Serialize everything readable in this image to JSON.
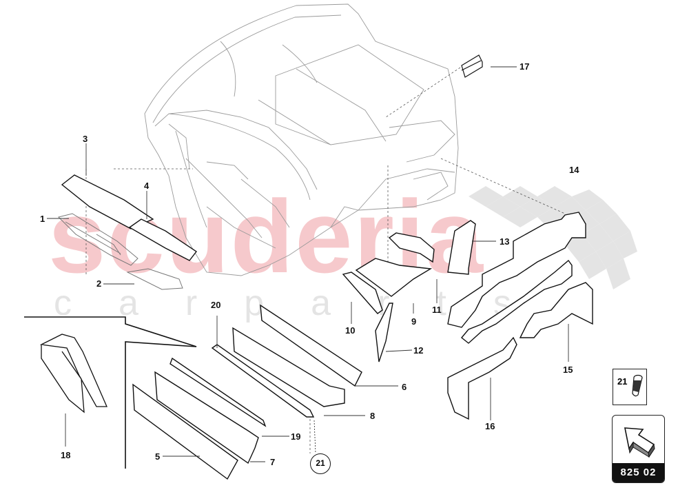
{
  "diagram": {
    "type": "exploded-parts-diagram",
    "subject": "rear body insulation / trim panels",
    "watermark": {
      "main": "scuderia",
      "sub": "carparts",
      "color_main": "#f4c4c8",
      "color_sub": "#e6e6e6"
    },
    "callouts": [
      {
        "id": "1",
        "label": "1"
      },
      {
        "id": "2",
        "label": "2"
      },
      {
        "id": "3",
        "label": "3"
      },
      {
        "id": "4",
        "label": "4"
      },
      {
        "id": "5",
        "label": "5"
      },
      {
        "id": "6",
        "label": "6"
      },
      {
        "id": "7",
        "label": "7"
      },
      {
        "id": "8",
        "label": "8"
      },
      {
        "id": "9",
        "label": "9"
      },
      {
        "id": "10",
        "label": "10"
      },
      {
        "id": "11",
        "label": "11"
      },
      {
        "id": "12",
        "label": "12"
      },
      {
        "id": "13",
        "label": "13"
      },
      {
        "id": "14",
        "label": "14"
      },
      {
        "id": "15",
        "label": "15"
      },
      {
        "id": "16",
        "label": "16"
      },
      {
        "id": "17",
        "label": "17"
      },
      {
        "id": "18",
        "label": "18"
      },
      {
        "id": "19",
        "label": "19"
      },
      {
        "id": "20",
        "label": "20"
      }
    ],
    "circled_ref": "21",
    "fastener_box": {
      "number": "21",
      "icon": "rivet-icon"
    },
    "nav_box": {
      "code": "825 02",
      "icon": "arrow-up-left-3d-icon"
    }
  }
}
